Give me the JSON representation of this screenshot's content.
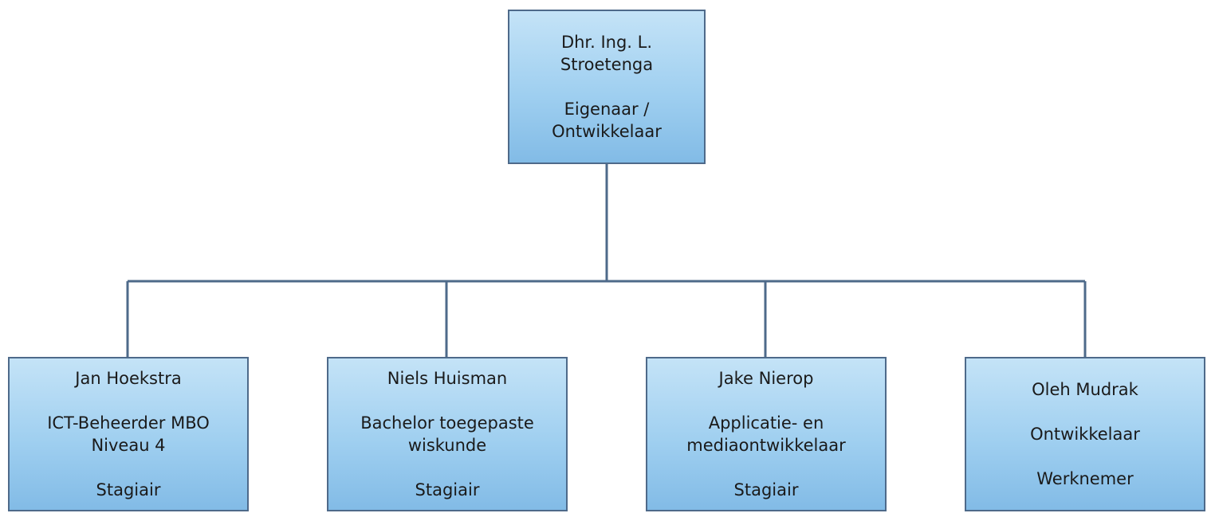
{
  "root": {
    "name_line1": "Dhr. Ing. L.",
    "name_line2": "Stroetenga",
    "role_line1": "Eigenaar /",
    "role_line2": "Ontwikkelaar"
  },
  "children": [
    {
      "name": "Jan Hoekstra",
      "education_line1": "ICT-Beheerder MBO",
      "education_line2": "Niveau 4",
      "role": "Stagiair"
    },
    {
      "name": "Niels Huisman",
      "education_line1": "Bachelor toegepaste",
      "education_line2": "wiskunde",
      "role": "Stagiair"
    },
    {
      "name": "Jake Nierop",
      "education_line1": "Applicatie- en",
      "education_line2": "mediaontwikkelaar",
      "role": "Stagiair"
    },
    {
      "name": "Oleh Mudrak",
      "title": "Ontwikkelaar",
      "role": "Werknemer"
    }
  ],
  "colors": {
    "line": "#4e6a8a",
    "box_top": "#c4e3f7",
    "box_bottom": "#82bbe6"
  }
}
